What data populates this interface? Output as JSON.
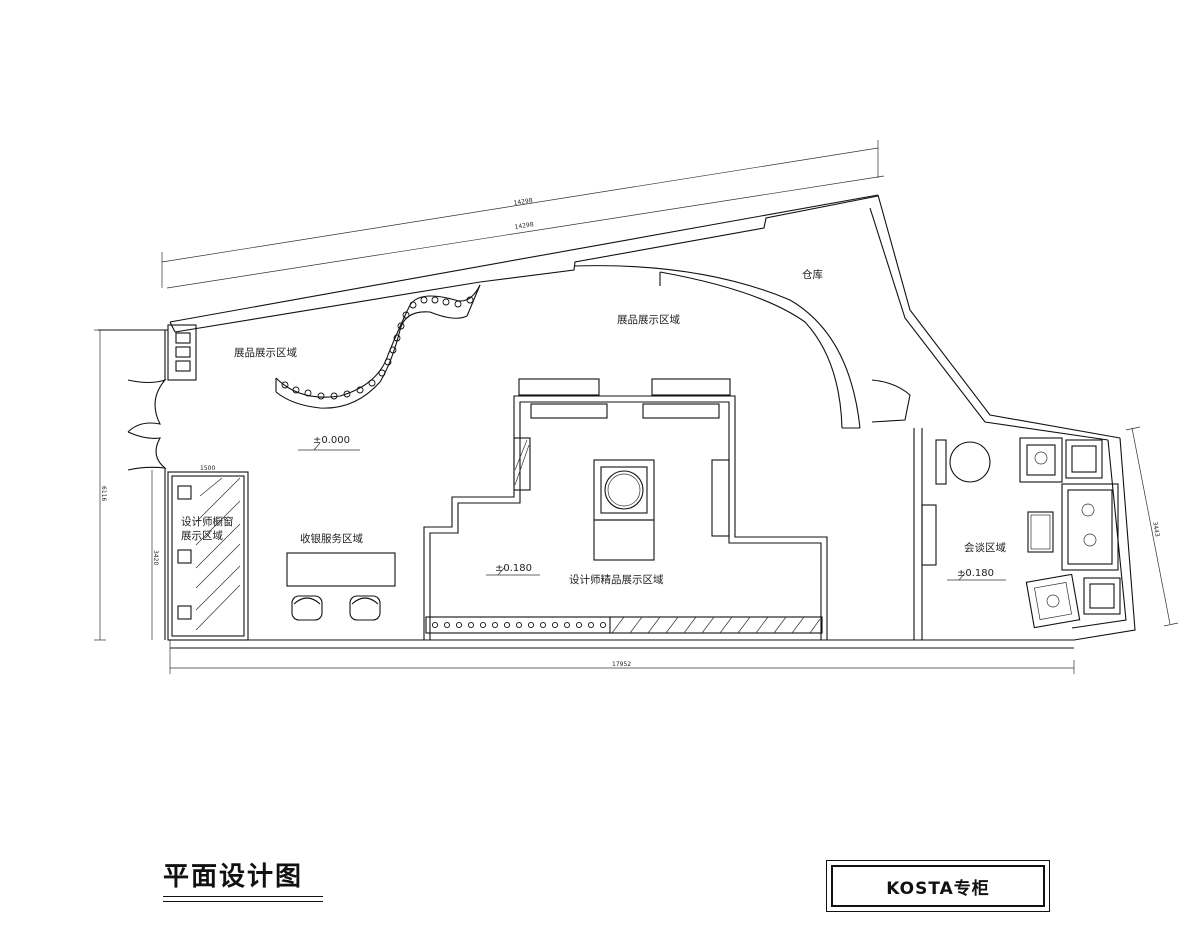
{
  "zones": {
    "display_left": "展品展示区域",
    "display_top": "展品展示区域",
    "warehouse": "仓库",
    "designer_window_line1": "设计师橱窗",
    "designer_window_line2": "展示区域",
    "cashier": "收银服务区域",
    "designer_premium": "设计师精品展示区域",
    "meeting": "会谈区域"
  },
  "elevations": {
    "main_floor": "±0.000",
    "premium_area": "±0.180",
    "meeting_area": "±0.180"
  },
  "dimensions": {
    "top_outer": "14298",
    "top_inner": "14298",
    "bottom": "17952",
    "left_overall": "6116",
    "left_inner": "3420",
    "window_width": "1500",
    "right_side": "3443"
  },
  "title": "平面设计图",
  "brand": "KOSTA专柜"
}
